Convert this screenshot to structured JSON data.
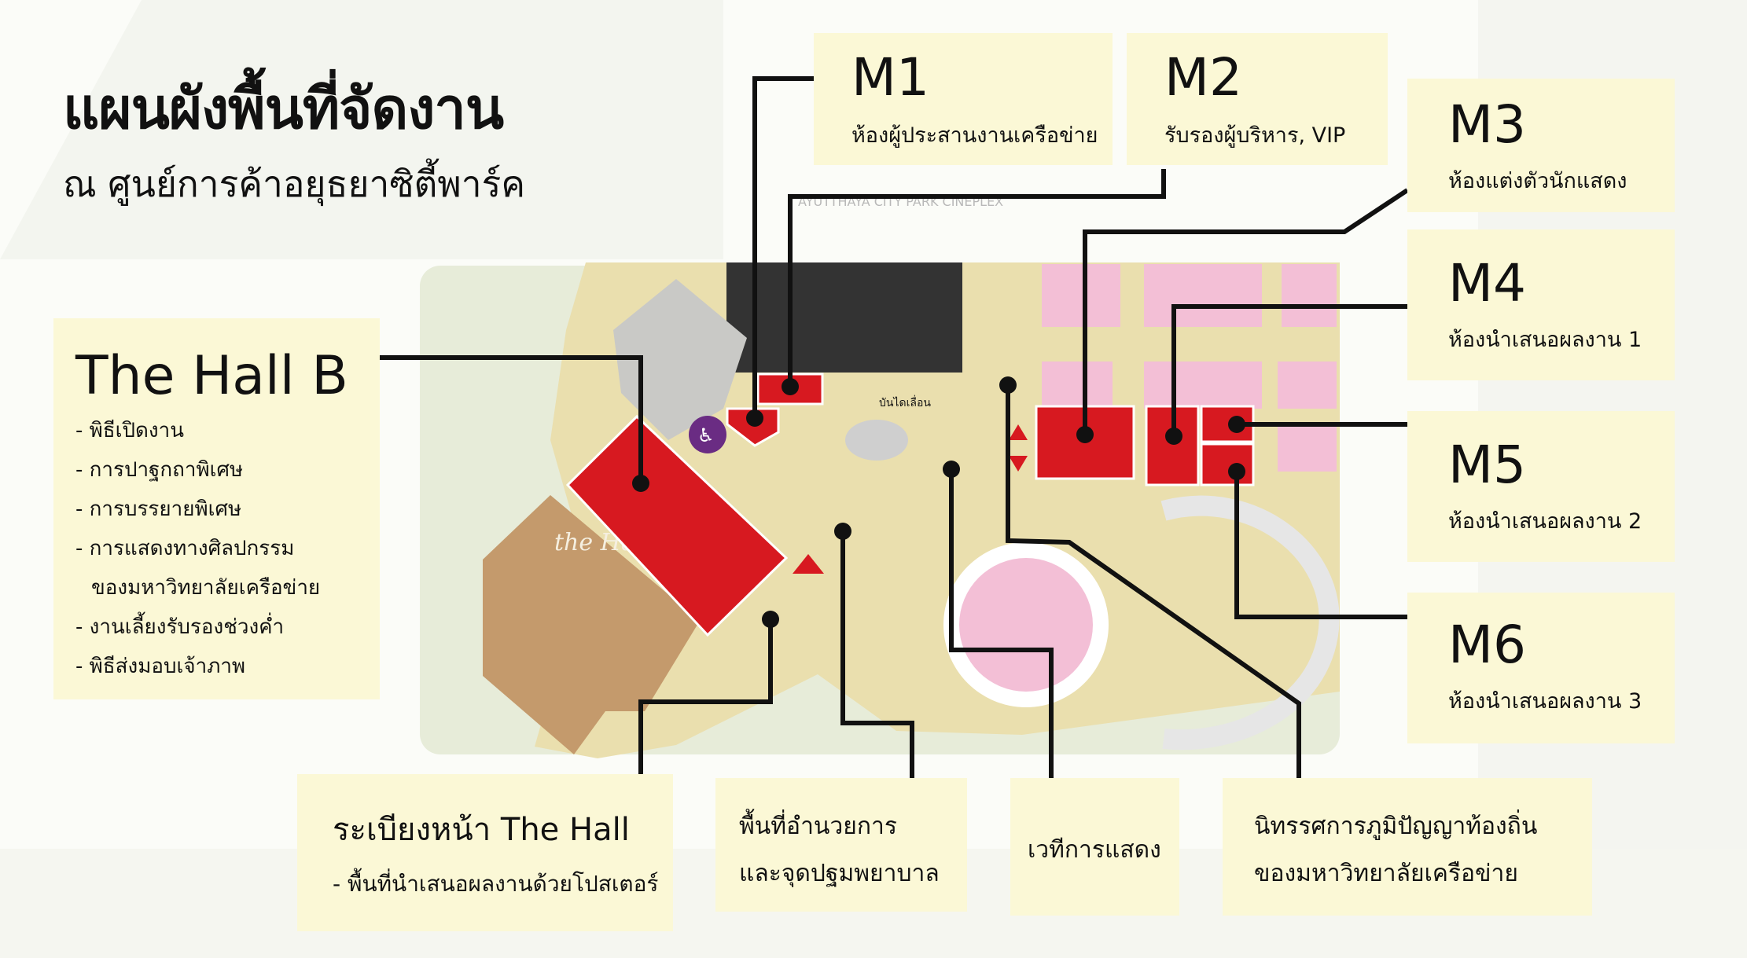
{
  "page": {
    "title": "แผนผังพื้นที่จัดงาน",
    "subtitle": "ณ ศูนย์การค้าอยุธยาซิตี้พาร์ค"
  },
  "map": {
    "stair_label": "บันไดเลื่อน",
    "cineplex_sign": "AYUTTHAYA CITY PARK CINEPLEX",
    "hall_logo": "the Hall"
  },
  "rooms": [
    {
      "code": "M1",
      "desc": "ห้องผู้ประสานงานเครือข่าย"
    },
    {
      "code": "M2",
      "desc": "รับรองผู้บริหาร, VIP"
    },
    {
      "code": "M3",
      "desc": "ห้องแต่งตัวนักแสดง"
    },
    {
      "code": "M4",
      "desc": "ห้องนำเสนอผลงาน 1"
    },
    {
      "code": "M5",
      "desc": "ห้องนำเสนอผลงาน 2"
    },
    {
      "code": "M6",
      "desc": "ห้องนำเสนอผลงาน 3"
    }
  ],
  "hall_b": {
    "title": "The Hall B",
    "items": [
      "- พิธีเปิดงาน",
      "- การปาฐกถาพิเศษ",
      "- การบรรยายพิเศษ",
      "- การแสดงทางศิลปกรรม",
      "  ของมหาวิทยาลัยเครือข่าย",
      "- งานเลี้ยงรับรองช่วงค่ำ",
      "- พิธีส่งมอบเจ้าภาพ"
    ]
  },
  "bottom": {
    "front": {
      "title": "ระเบียงหน้า The Hall",
      "sub": "- พื้นที่นำเสนอผลงานด้วยโปสเตอร์"
    },
    "facility": {
      "line1": "พื้นที่อำนวยการ",
      "line2": "และจุดปฐมพยาบาล"
    },
    "stage": {
      "label": "เวทีการแสดง"
    },
    "exhibit": {
      "line1": "นิทรรศการภูมิปัญญาท้องถิ่น",
      "line2": "ของมหาวิทยาลัยเครือข่าย"
    }
  },
  "colors": {
    "marker": "#d71920",
    "label_bg": "#fbf8d6",
    "floor": "#eadfae",
    "pink": "#f3bfd6",
    "line": "#111111"
  }
}
